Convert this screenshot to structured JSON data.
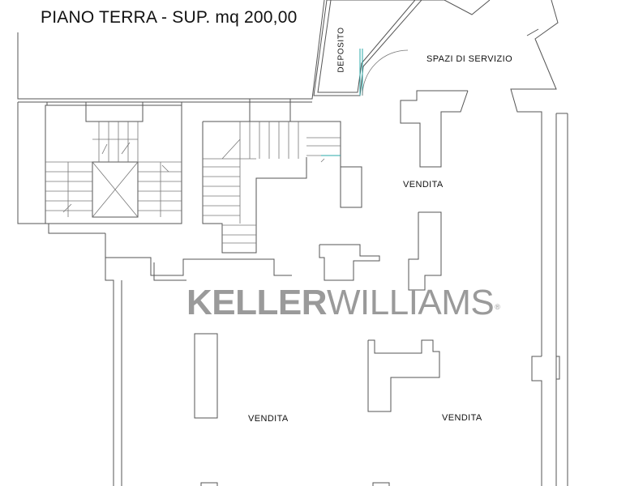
{
  "floor_title": "PIANO TERRA - SUP. mq 200,00",
  "rooms": {
    "deposito": "DEPOSITO",
    "spazi_servizio": "SPAZI DI SERVIZIO",
    "vendita_1": "VENDITA",
    "vendita_2": "VENDITA",
    "vendita_3": "VENDITA"
  },
  "watermark": {
    "part_bold": "KELLER",
    "part_light": "WILLIAMS",
    "mark": "®"
  },
  "colors": {
    "walls": "#555555",
    "watermark": "#9a9a9a",
    "door_accent": "#2aa8a8"
  }
}
